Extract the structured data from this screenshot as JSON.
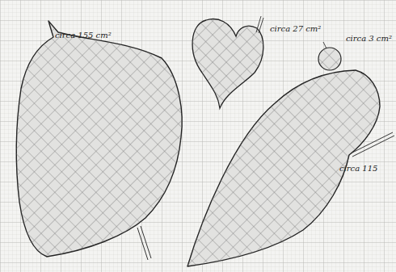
{
  "diagram": {
    "labels": [
      "circa 155 cm²",
      "circa 27 cm²",
      "circa 3 cm²",
      "circa 115"
    ]
  }
}
